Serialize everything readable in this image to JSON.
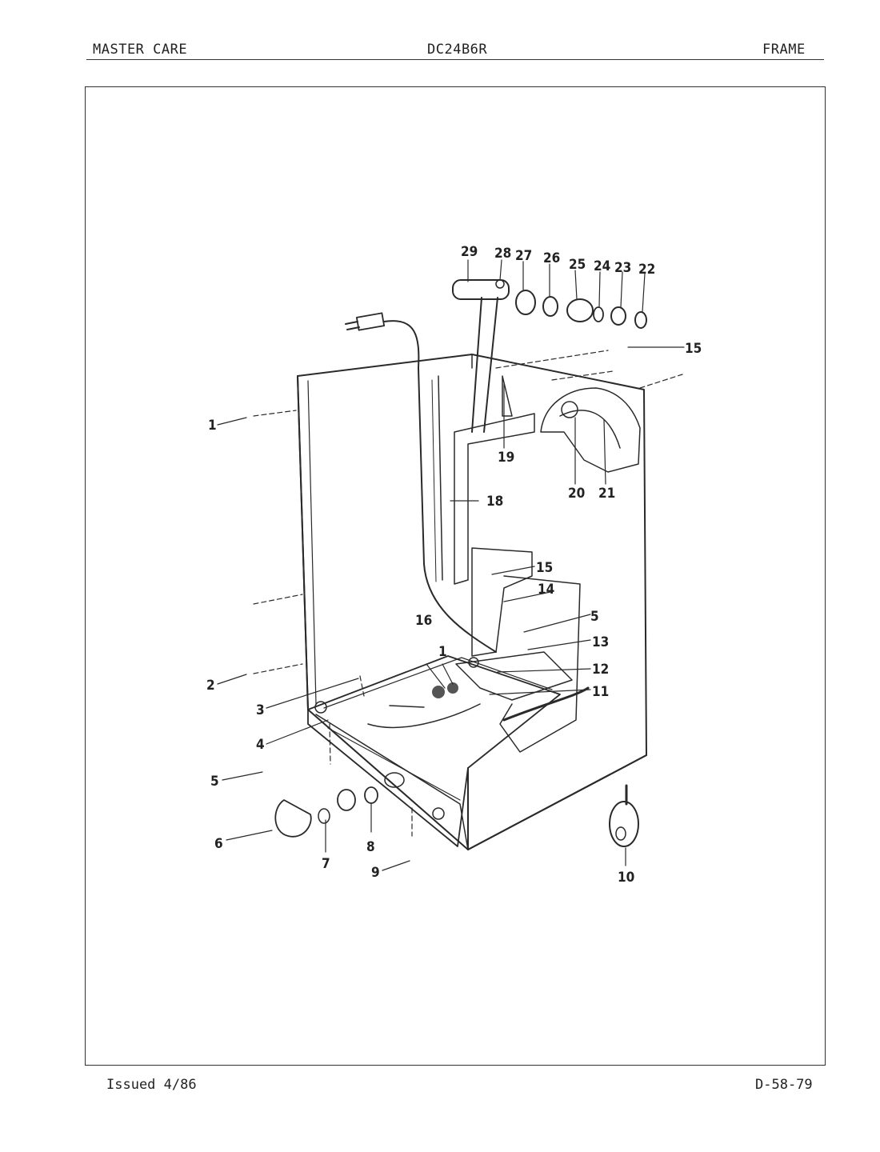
{
  "header": {
    "brand": "MASTER CARE",
    "model": "DC24B6R",
    "section": "FRAME"
  },
  "footer": {
    "issued": "Issued 4/86",
    "page_code": "D-58-79"
  },
  "part_callouts": [
    "1",
    "2",
    "3",
    "4",
    "5",
    "6",
    "7",
    "8",
    "9",
    "10",
    "11",
    "12",
    "13",
    "14",
    "15",
    "16",
    "18",
    "19",
    "20",
    "21",
    "22",
    "23",
    "24",
    "25",
    "26",
    "27",
    "28",
    "29"
  ]
}
